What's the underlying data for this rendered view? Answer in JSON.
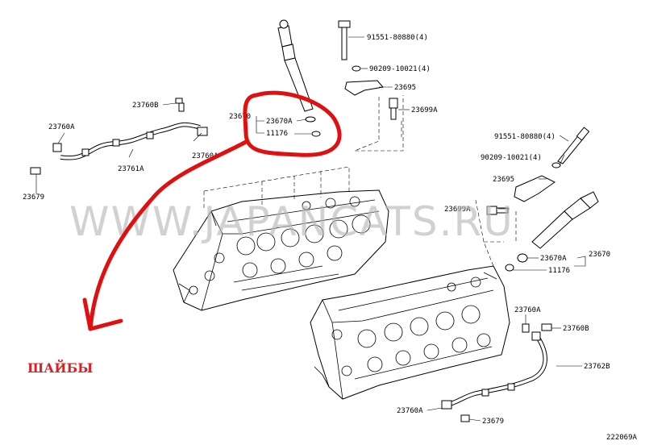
{
  "labels": {
    "bolt_left": "91551-80880(4)",
    "washer_left": "90209-10021(4)",
    "clamp_left": "23695",
    "sensor_left": "23699A",
    "injector_left": "23670",
    "oring_left": "23670A",
    "gasket_left": "11176",
    "union_left_top": "23760B",
    "tube_left_union": "23760A",
    "tube_left_union_b": "23760A",
    "tube_left": "23761A",
    "bolt_left_small": "23679",
    "bolt_right": "91551-80880(4)",
    "washer_right": "90209-10021(4)",
    "clamp_right": "23695",
    "sensor_right": "23699A",
    "injector_right": "23670",
    "oring_right": "23670A",
    "gasket_right": "11176",
    "union_right_top": "23760A",
    "union_right_b": "23760B",
    "tube_right": "23762B",
    "union_right_bottom": "23760A",
    "bolt_right_small": "23679"
  },
  "watermark": "WWW.JAPANCATS.RU",
  "annotation": "ШАЙБЫ",
  "diagram_code": "222069A",
  "colors": {
    "annotation": "#e02020",
    "marker": "#e01010",
    "watermark": "#b8b8b8"
  }
}
